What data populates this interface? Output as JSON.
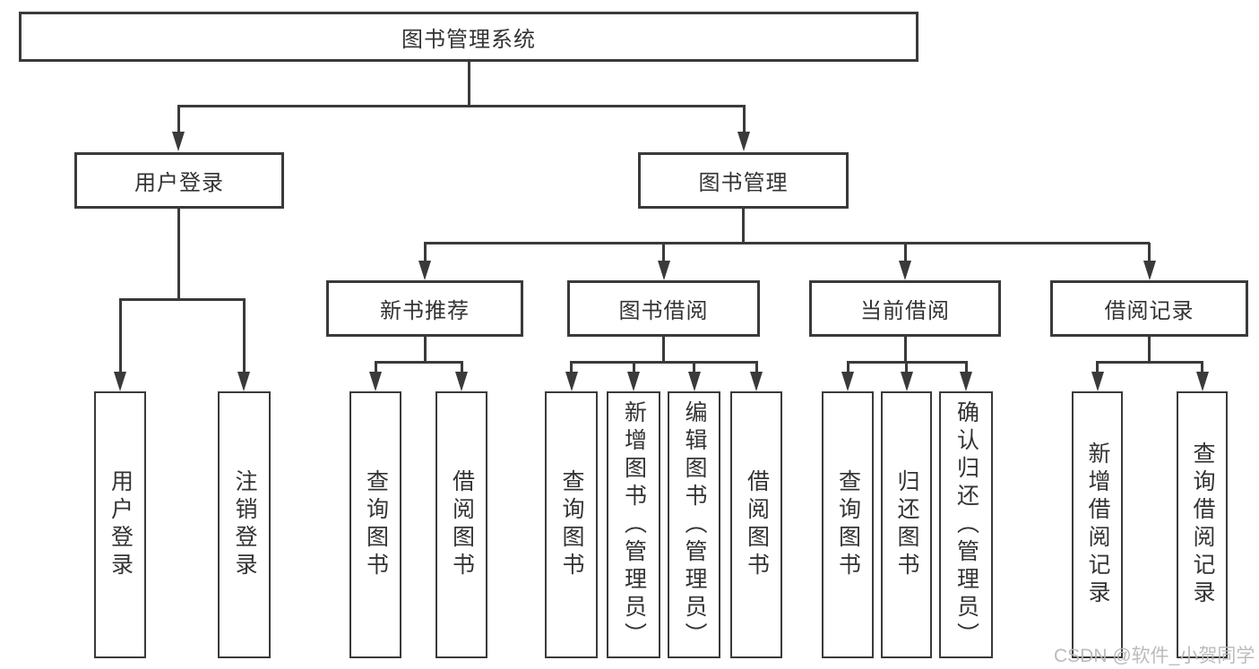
{
  "tree": {
    "root": {
      "label": "图书管理系统"
    },
    "branches": [
      {
        "label": "用户登录",
        "children": [
          {
            "label": "用户登录"
          },
          {
            "label": "注销登录"
          }
        ]
      },
      {
        "label": "图书管理",
        "children": [
          {
            "label": "新书推荐",
            "children": [
              {
                "label": "查询图书"
              },
              {
                "label": "借阅图书"
              }
            ]
          },
          {
            "label": "图书借阅",
            "children": [
              {
                "label": "查询图书"
              },
              {
                "label": "新增图书（管理员）"
              },
              {
                "label": "编辑图书（管理员）"
              },
              {
                "label": "借阅图书"
              }
            ]
          },
          {
            "label": "当前借阅",
            "children": [
              {
                "label": "查询图书"
              },
              {
                "label": "归还图书"
              },
              {
                "label": "确认归还（管理员）"
              }
            ]
          },
          {
            "label": "借阅记录",
            "children": [
              {
                "label": "新增借阅记录"
              },
              {
                "label": "查询借阅记录"
              }
            ]
          }
        ]
      }
    ]
  },
  "watermark": {
    "text": "CSDN @软件_小贺同学",
    "color": "#b8b8b8"
  },
  "colors": {
    "line": "#3a3a3a",
    "text": "#333333",
    "box_fill": "#ffffff",
    "background": "#ffffff"
  }
}
